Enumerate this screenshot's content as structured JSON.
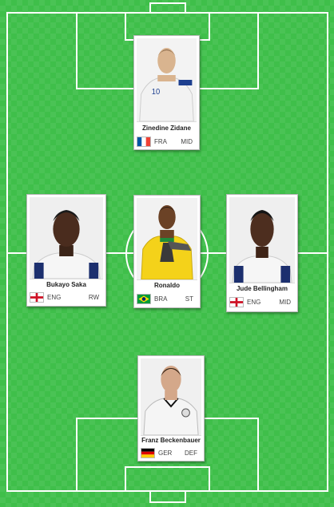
{
  "players": [
    {
      "name": "Zinedine Zidane",
      "country": "FRA",
      "position": "MID",
      "flag": "france-flag-icon",
      "kit": "#f2f2f2",
      "accent": "#1d3f8f"
    },
    {
      "name": "Bukayo Saka",
      "country": "ENG",
      "position": "RW",
      "flag": "england-flag-icon",
      "kit": "#f6f6f6",
      "accent": "#1c2f6e"
    },
    {
      "name": "Ronaldo",
      "country": "BRA",
      "position": "ST",
      "flag": "brazil-flag-icon",
      "kit": "#f4d21a",
      "accent": "#1f8a3b"
    },
    {
      "name": "Jude Bellingham",
      "country": "ENG",
      "position": "MID",
      "flag": "england-flag-icon",
      "kit": "#f6f6f6",
      "accent": "#1c2f6e"
    },
    {
      "name": "Franz Beckenbauer",
      "country": "GER",
      "position": "DEF",
      "flag": "germany-flag-icon",
      "kit": "#f5f5f5",
      "accent": "#111111"
    }
  ],
  "colors": {
    "pitch": "#3fbf4a",
    "lines": "#ffffff"
  }
}
